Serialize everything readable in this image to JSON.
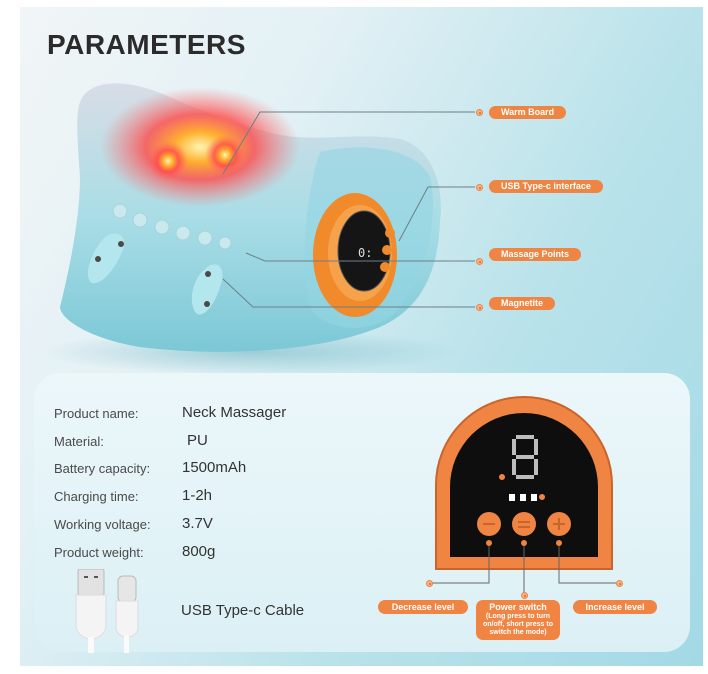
{
  "header": {
    "title": "PARAMETERS"
  },
  "callouts": [
    {
      "label": "Warm Board"
    },
    {
      "label": "USB Type-c interface"
    },
    {
      "label": "Massage Points"
    },
    {
      "label": "Magnetite"
    }
  ],
  "specs": [
    {
      "label": "Product name:",
      "value": "Neck Massager"
    },
    {
      "label": "Material:",
      "value": "PU"
    },
    {
      "label": "Battery capacity:",
      "value": "1500mAh"
    },
    {
      "label": "Charging time:",
      "value": "1-2h"
    },
    {
      "label": "Working voltage:",
      "value": "3.7V"
    },
    {
      "label": "Product weight:",
      "value": "800g"
    }
  ],
  "accessory": {
    "label": "USB Type-c Cable"
  },
  "controls": {
    "display_digit": "8",
    "decrease": {
      "label": "Decrease level"
    },
    "power": {
      "label": "Power switch",
      "note": "(Long press to turn on/off, short press to switch the mode)"
    },
    "increase": {
      "label": "Increase level"
    }
  },
  "colors": {
    "accent": "#f08443",
    "background": "#a2d9e6",
    "panel": "#e3f3f7"
  }
}
